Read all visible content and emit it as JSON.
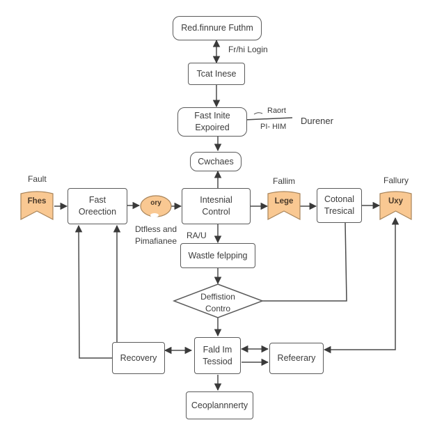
{
  "nodes": {
    "top": "Red.finnure Futhm",
    "test": "Tcat Inese",
    "fastInfo": [
      "Fast Inite",
      "Expoired"
    ],
    "cwchaes": "Cwchaes",
    "faultDetection": [
      "Fast",
      "Oreection"
    ],
    "internalControl": [
      "Intesnial",
      "Control"
    ],
    "cotonal": [
      "Cotonal",
      "Tresical"
    ],
    "wastle": "Wastle felpping",
    "decision": [
      "Deffistion",
      "Contro"
    ],
    "recovery": "Recovery",
    "faildIn": [
      "Fald Im",
      "Tessiod"
    ],
    "refeerary": "Refeerary",
    "deployment": "Ceoplannnerty"
  },
  "tags": {
    "flies": {
      "title": "Fault",
      "text": "Fhes"
    },
    "logs": {
      "title": "Fallim",
      "text": "Lege"
    },
    "uixy": {
      "title": "Fallury",
      "text": "Uxy"
    },
    "oval": {
      "text": "ory"
    }
  },
  "labels": {
    "login": "Fr/hi Login",
    "report": "Raort",
    "pihm": "PI- HIM",
    "durener": "Durener",
    "diffless": [
      "Dtfless and",
      "Pimafianee"
    ],
    "raiu": "RA/U"
  },
  "colors": {
    "tagFill": "#f9c892",
    "tagStroke": "#a8845a",
    "line": "#4a4a4a"
  }
}
